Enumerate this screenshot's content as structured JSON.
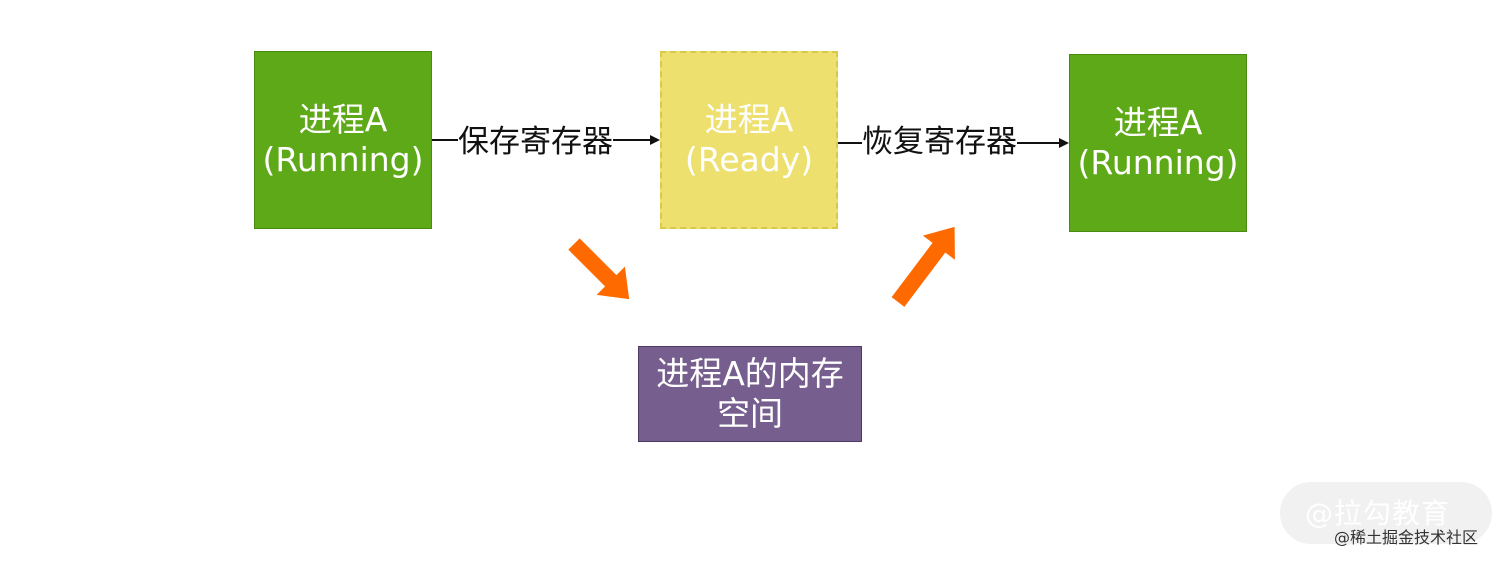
{
  "nodes": {
    "running_a": {
      "line1": "进程A",
      "line2": "(Running)"
    },
    "ready_a": {
      "line1": "进程A",
      "line2": "(Ready)"
    },
    "memory": {
      "line1": "进程A的内存",
      "line2": "空间"
    },
    "running_b": {
      "line1": "进程A",
      "line2": "(Running)"
    }
  },
  "edges": {
    "save": "保存寄存器",
    "restore": "恢复寄存器"
  },
  "colors": {
    "running": "#5ea917",
    "ready": "#ede06e",
    "memory": "#765e8e",
    "orange_arrow": "#ff6a00"
  },
  "watermark": {
    "logo_text": "@拉勾教育",
    "caption": "@稀土掘金技术社区"
  }
}
